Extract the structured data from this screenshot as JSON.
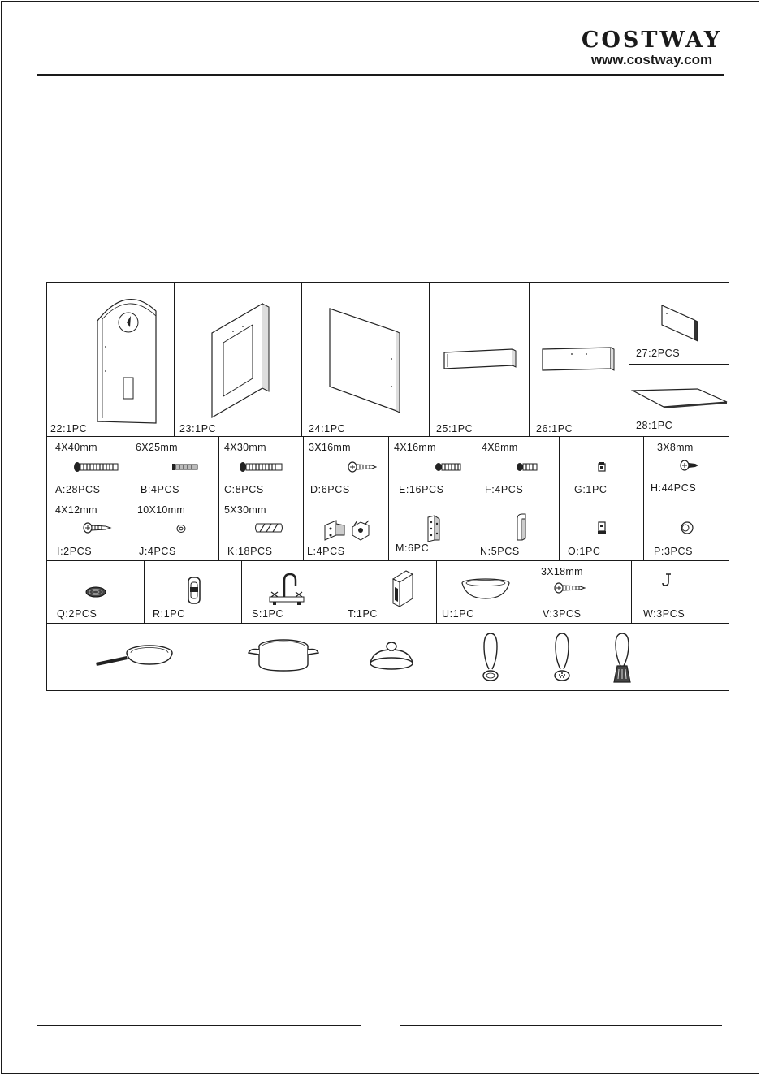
{
  "brand": {
    "logo_text": "COSTWAY",
    "url": "www.costway.com"
  },
  "panels": [
    {
      "label": "22:1PC",
      "icon": "arched-back-panel-icon"
    },
    {
      "label": "23:1PC",
      "icon": "window-frame-panel-icon"
    },
    {
      "label": "24:1PC",
      "icon": "side-board-icon"
    },
    {
      "label": "25:1PC",
      "icon": "long-rail-icon"
    },
    {
      "label": "26:1PC",
      "icon": "shelf-strip-icon"
    },
    {
      "label": "27:2PCS",
      "icon": "small-board-icon"
    },
    {
      "label": "28:1PC",
      "icon": "thin-sheet-icon"
    }
  ],
  "hardware_row1": [
    {
      "size": "4X40mm",
      "label": "A:28PCS",
      "icon": "long-screw-icon"
    },
    {
      "size": "6X25mm",
      "label": "B:4PCS",
      "icon": "bolt-icon"
    },
    {
      "size": "4X30mm",
      "label": "C:8PCS",
      "icon": "screw-icon"
    },
    {
      "size": "3X16mm",
      "label": "D:6PCS",
      "icon": "tapping-screw-icon"
    },
    {
      "size": "4X16mm",
      "label": "E:16PCS",
      "icon": "short-screw-icon"
    },
    {
      "size": "4X8mm",
      "label": "F:4PCS",
      "icon": "short-screw-icon"
    },
    {
      "size": "",
      "label": "G:1PC",
      "icon": "clip-icon"
    },
    {
      "size": "3X8mm",
      "label": "H:44PCS",
      "icon": "tiny-screw-icon"
    }
  ],
  "hardware_row2": [
    {
      "size": "4X12mm",
      "label": "I:2PCS",
      "icon": "tapping-screw-icon"
    },
    {
      "size": "10X10mm",
      "label": "J:4PCS",
      "icon": "washer-icon"
    },
    {
      "size": "5X30mm",
      "label": "K:18PCS",
      "icon": "dowel-icon"
    },
    {
      "size": "",
      "label": "L:4PCS",
      "icon": "hinge-icon"
    },
    {
      "size": "",
      "label": "M:6PC",
      "icon": "flat-hinge-icon"
    },
    {
      "size": "",
      "label": "N:5PCS",
      "icon": "hook-bracket-icon"
    },
    {
      "size": "",
      "label": "O:1PC",
      "icon": "latch-icon"
    },
    {
      "size": "",
      "label": "P:3PCS",
      "icon": "knob-icon"
    }
  ],
  "accessories": [
    {
      "size": "",
      "label": "Q:2PCS",
      "icon": "stove-burner-icon"
    },
    {
      "size": "",
      "label": "R:1PC",
      "icon": "switch-knob-icon"
    },
    {
      "size": "",
      "label": "S:1PC",
      "icon": "faucet-icon"
    },
    {
      "size": "",
      "label": "T:1PC",
      "icon": "box-icon"
    },
    {
      "size": "",
      "label": "U:1PC",
      "icon": "sink-bowl-icon"
    },
    {
      "size": "3X18mm",
      "label": "V:3PCS",
      "icon": "screw-icon"
    },
    {
      "size": "",
      "label": "W:3PCS",
      "icon": "small-hook-icon"
    }
  ],
  "toys": [
    "frying-pan-icon",
    "cooking-pot-icon",
    "pot-lid-icon",
    "ladle-icon",
    "skimmer-icon",
    "spatula-icon"
  ]
}
